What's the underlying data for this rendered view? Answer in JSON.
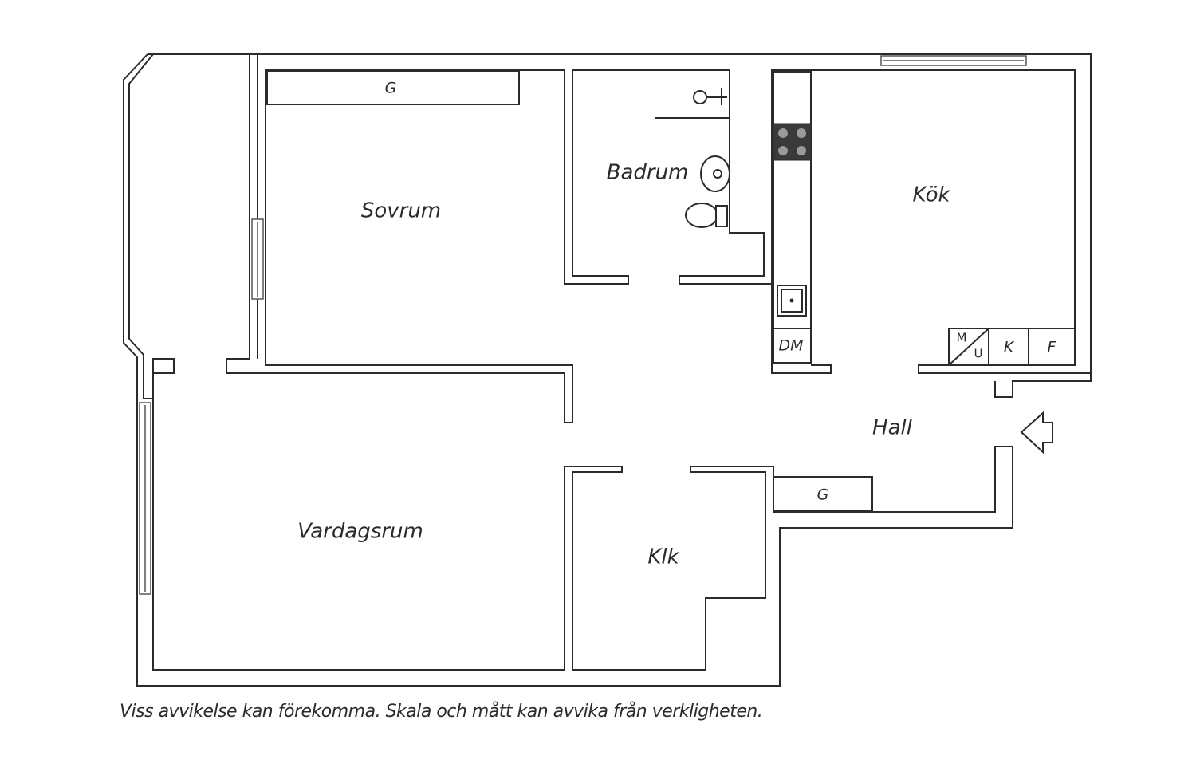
{
  "rooms": {
    "sovrum": "Sovrum",
    "badrum": "Badrum",
    "kok": "Kök",
    "hall": "Hall",
    "vardagsrum": "Vardagsrum",
    "klk": "Klk"
  },
  "fixtures": {
    "wardrobe_bedroom": "G",
    "wardrobe_hall": "G",
    "dishwasher": "DM",
    "microwave_m": "M",
    "microwave_u": "U",
    "fridge": "K",
    "freezer": "F"
  },
  "disclaimer": "Viss avvikelse kan förekomma. Skala och mått kan avvika från verkligheten."
}
